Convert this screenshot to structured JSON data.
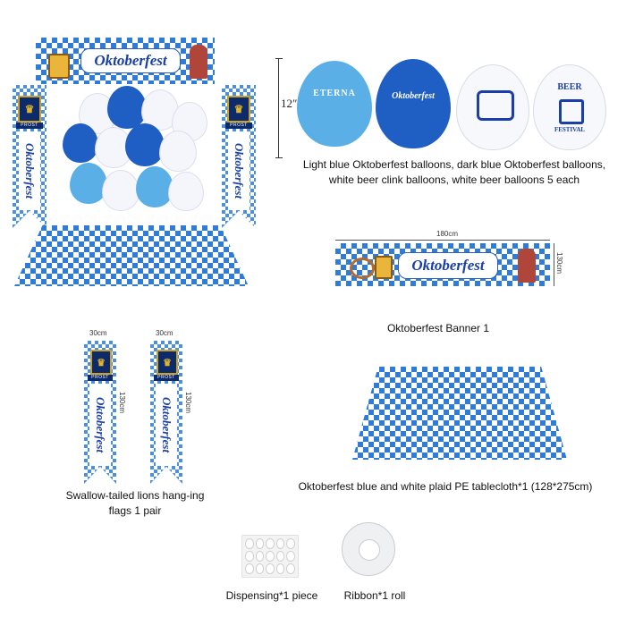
{
  "hero": {
    "banner_title": "Oktoberfest",
    "flag_strip": "PROST",
    "flag_text": "Oktoberfest",
    "size_label": "12″"
  },
  "balloons": {
    "light_blue_label": "ETERNA",
    "dark_blue_label": "Oktoberfest",
    "beer_label_top": "BEER",
    "beer_label_bottom": "FESTIVAL",
    "caption": "Light blue Oktoberfest balloons, dark blue Oktoberfest balloons, white beer clink balloons, white beer balloons 5 each"
  },
  "banner": {
    "width_label": "180cm",
    "height_label": "130cm",
    "title": "Oktoberfest",
    "caption": "Oktoberfest Banner 1"
  },
  "flags": {
    "width_label": "30cm",
    "height_label": "130cm",
    "strip": "PROST",
    "text": "Oktoberfest",
    "caption": "Swallow-tailed lions hang-ing flags 1 pair"
  },
  "tablecloth": {
    "caption": "Oktoberfest blue and white plaid PE tablecloth*1 (128*275cm)"
  },
  "dispensing": {
    "caption": "Dispensing*1 piece"
  },
  "ribbon": {
    "caption": "Ribbon*1 roll"
  },
  "colors": {
    "light_blue": "#5ab0e6",
    "dark_blue": "#1f5fc4",
    "navy": "#0d2a6b",
    "gold": "#c9a227"
  }
}
